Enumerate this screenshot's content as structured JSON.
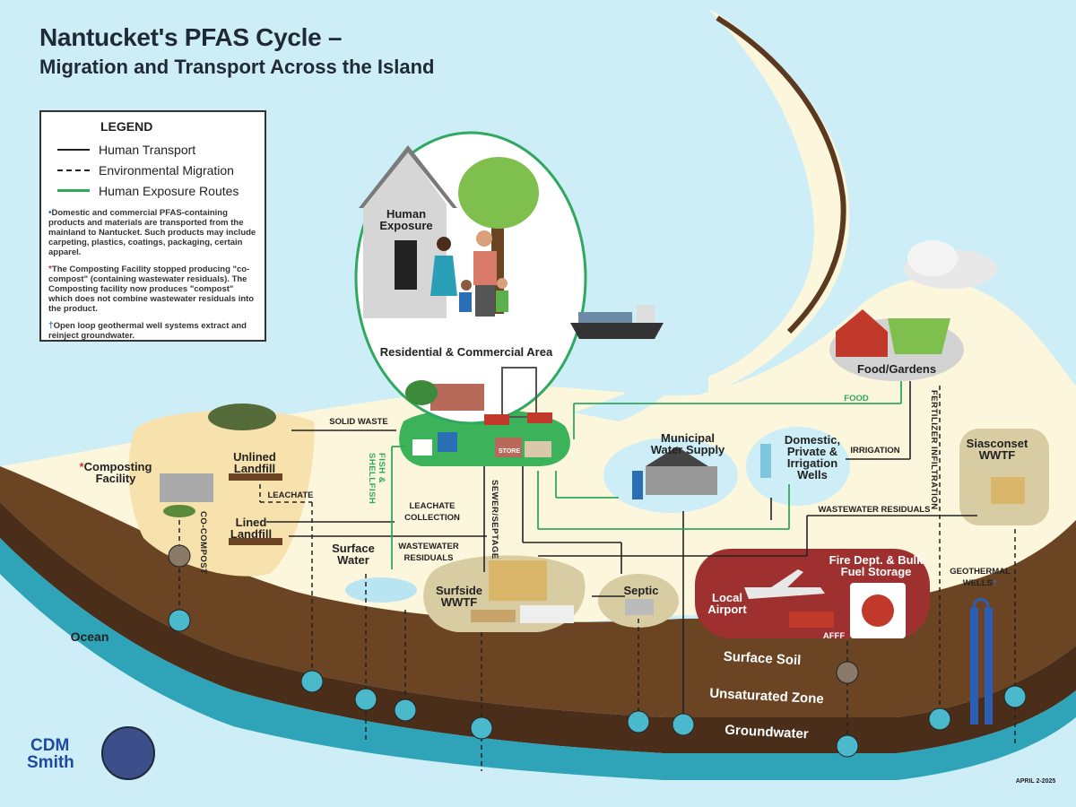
{
  "title": "Nantucket's PFAS Cycle –",
  "subtitle": "Migration and Transport Across the Island",
  "legend": {
    "heading": "LEGEND",
    "items": [
      "Human Transport",
      "Environmental Migration",
      "Human Exposure Routes"
    ],
    "notes": [
      "Domestic and commercial PFAS-containing products and materials are transported from the mainland to Nantucket. Such products may include carpeting, plastics, coatings, packaging, certain apparel.",
      "The Composting Facility stopped producing \"co-compost\" (containing wastewater residuals). The Composting facility now produces \"compost\" which does not combine wastewater residuals into the product.",
      "Open loop geothermal well systems extract and reinject groundwater."
    ],
    "markers": [
      "•",
      "*",
      "†"
    ]
  },
  "labels": {
    "human_exposure": "Human Exposure",
    "residential": "Residential & Commercial Area",
    "store": "STORE",
    "food_gardens": "Food/Gardens",
    "food": "FOOD",
    "fertilizer": "FERTILIZER INFILTRATION",
    "irrigation": "IRRIGATION",
    "municipal": "Municipal Water Supply",
    "wells": "Domestic, Private & Irrigation Wells",
    "siasconset": "Siasconset WWTF",
    "wastewater_residuals_top": "WASTEWATER RESIDUALS",
    "solid_waste": "SOLID WASTE",
    "unlined": "Unlined Landfill",
    "leachate": "LEACHATE",
    "lined": "Lined Landfill",
    "composting": "Composting Facility",
    "co_compost": "CO-COMPOST",
    "fish": "FISH & SHELLFISH",
    "leachate_collection": "LEACHATE COLLECTION",
    "sewer": "SEWER/SEPTAGE",
    "wastewater_residuals": "WASTEWATER RESIDUALS",
    "surface_water": "Surface Water",
    "surfside": "Surfside WWTF",
    "septic": "Septic",
    "airport": "Local Airport",
    "fire": "Fire Dept. & Bulk Fuel Storage",
    "afff": "AFFF",
    "geothermal": "GEOTHERMAL WELLS",
    "ocean": "Ocean",
    "surface_soil": "Surface Soil",
    "unsaturated": "Unsaturated Zone",
    "groundwater": "Groundwater",
    "cdm": "CDM",
    "smith": "Smith",
    "date": "APRIL 2-2025"
  },
  "colors": {
    "background": "#cdeef6",
    "land": "#fcf6dd",
    "sandy": "#f7e2ad",
    "soil": "#6b4424",
    "unsaturated": "#4a2e1a",
    "groundwater": "#2fa4b8",
    "exposure": "#2fa860",
    "airport": "#9e3130"
  }
}
